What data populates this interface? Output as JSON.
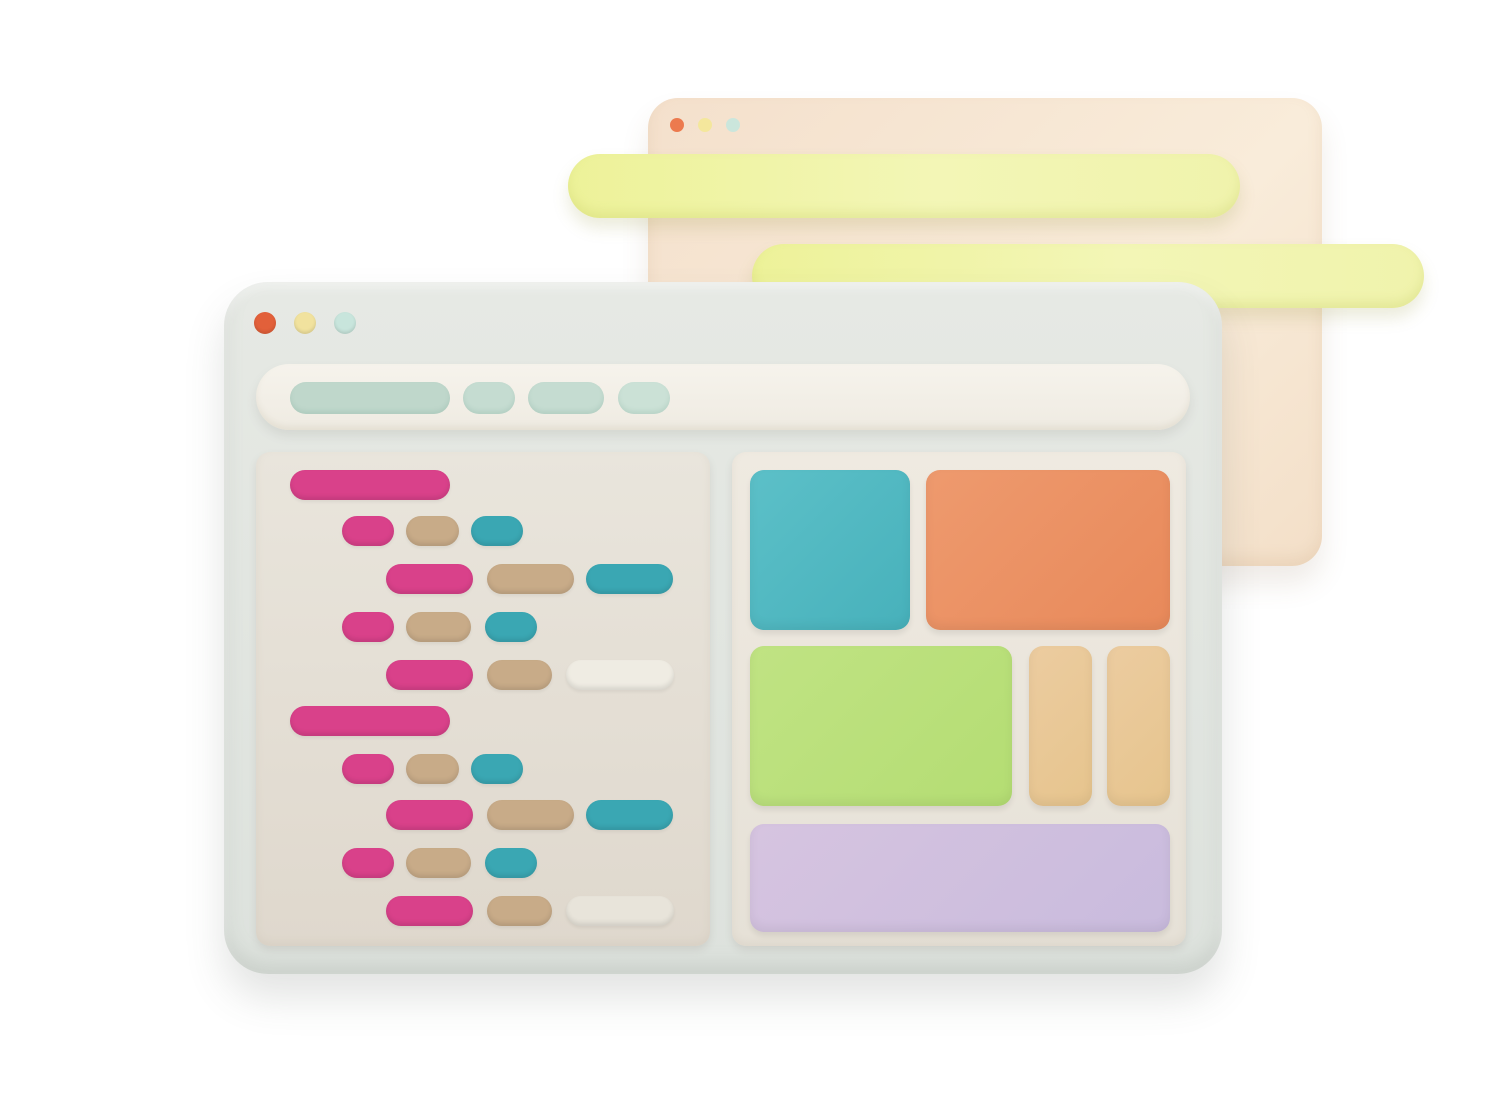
{
  "colors": {
    "window_close": "#e2603a",
    "window_minimize": "#f1e29e",
    "window_maximize": "#c8e5dc",
    "back_close": "#ec7a4e",
    "back_minimize": "#f4e79c",
    "back_maximize": "#cbe6dc",
    "toolbar_pill": "#bfd7cb",
    "toolbar_pill_light": "#c9e1d6",
    "code_tag": "#d9418a",
    "code_attr": "#c8ab88",
    "code_value": "#3aa7b3",
    "code_empty": "#efece3",
    "tile_teal": "#50b9c2",
    "tile_orange": "#ea8b5c",
    "tile_green": "#b9e07a",
    "tile_tan": "#e9c78f",
    "tile_lavender": "#cdbddf"
  },
  "back_window": {
    "controls": [
      "close-dot",
      "minimize-dot",
      "maximize-dot"
    ]
  },
  "front_window": {
    "controls": [
      "close-dot",
      "minimize-dot",
      "maximize-dot"
    ],
    "toolbar": {
      "tabs": [
        "tab-1",
        "tab-2",
        "tab-3",
        "tab-4"
      ]
    }
  }
}
